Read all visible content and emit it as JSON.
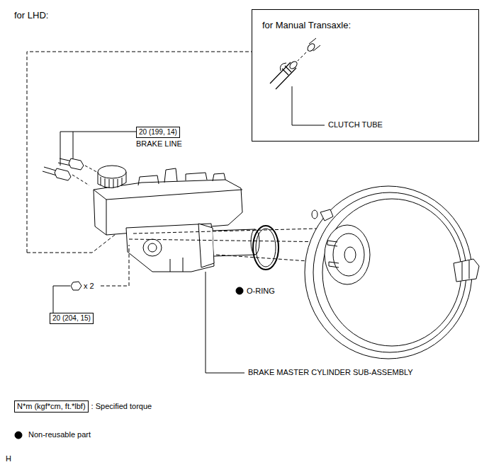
{
  "diagram": {
    "nodes": [
      {
        "text": [
          "for Manual Transaxle:"
        ]
      },
      {
        "text": [
          "20 (199, 14)"
        ]
      },
      {
        "text": [
          "20 (204, 15)"
        ]
      },
      {
        "text": [
          "N*m (kgf*cm, ft.*lbf)"
        ]
      }
    ],
    "labels": [
      "for LHD:",
      "CLUTCH TUBE",
      "BRAKE LINE",
      "x 2",
      "O-RING",
      "BRAKE MASTER CYLINDER SUB-ASSEMBLY",
      "H"
    ],
    "legend": [
      {
        "text": ": Specified torque"
      },
      {
        "text": "Non-reusable part"
      }
    ]
  }
}
